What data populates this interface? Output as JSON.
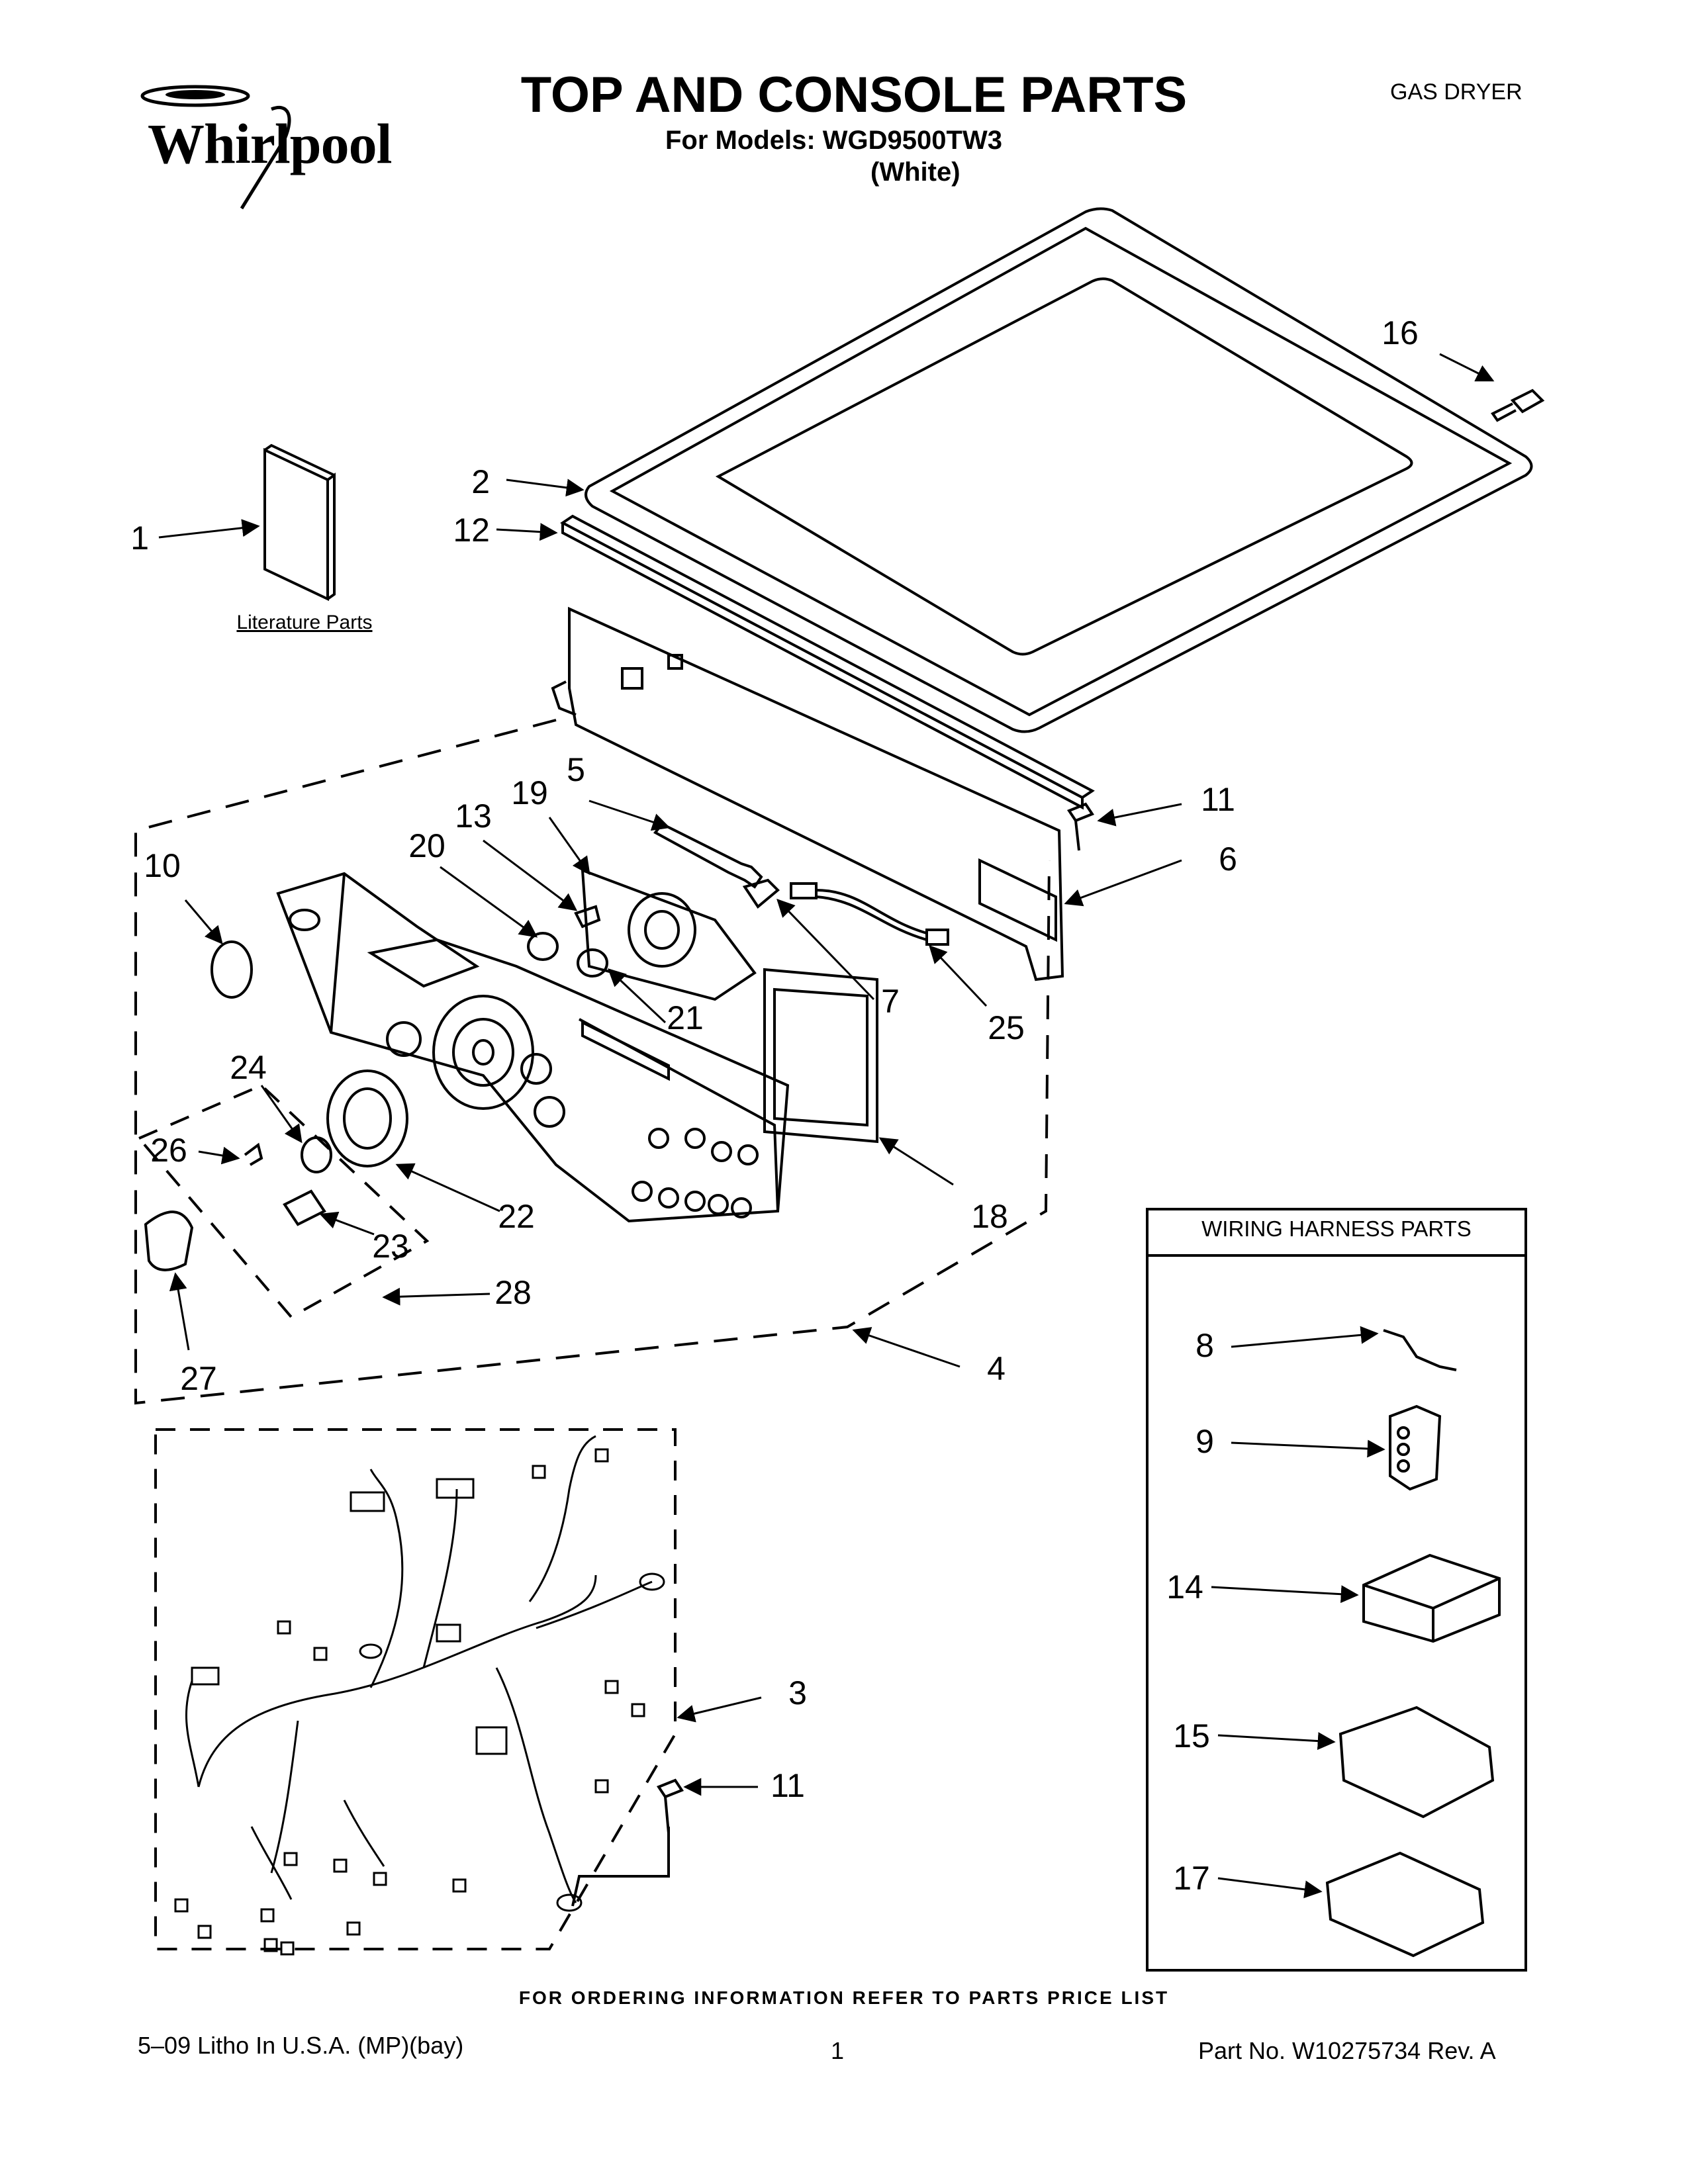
{
  "header": {
    "brand": "Whirlpool",
    "title": "TOP AND CONSOLE PARTS",
    "models": "For Models: WGD9500TW3",
    "color": "(White)",
    "product_type": "GAS DRYER"
  },
  "diagram": {
    "literature_label": "Literature Parts",
    "callouts": [
      "1",
      "2",
      "12",
      "16",
      "5",
      "19",
      "13",
      "20",
      "10",
      "11",
      "6",
      "21",
      "7",
      "25",
      "24",
      "26",
      "22",
      "23",
      "18",
      "28",
      "27",
      "4",
      "3",
      "11"
    ],
    "harness_box": {
      "title": "WIRING HARNESS PARTS",
      "callouts": [
        "8",
        "9",
        "14",
        "15",
        "17"
      ]
    }
  },
  "footer": {
    "order_note": "FOR ORDERING INFORMATION REFER TO PARTS PRICE LIST",
    "litho": "5–09 Litho In U.S.A. (MP)(bay)",
    "page": "1",
    "part_no": "Part No. W10275734 Rev. A"
  }
}
